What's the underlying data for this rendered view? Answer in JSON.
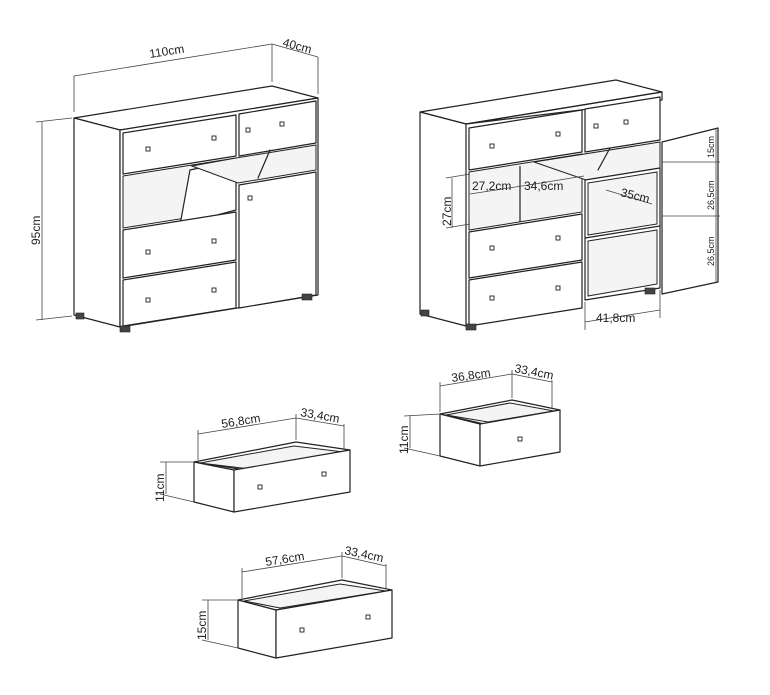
{
  "dimensions": {
    "overall_width": "110cm",
    "overall_depth": "40cm",
    "overall_height": "95cm",
    "open_shelf_height": "27cm",
    "open_shelf_width": "27,2cm",
    "middle_compartment_width": "34,6cm",
    "door_compartment_depth": "35cm",
    "door_compartment_width": "41,8cm",
    "top_section_height": "15cm",
    "middle_section_height": "26,5cm",
    "bottom_section_height": "26,5cm"
  },
  "drawer_a": {
    "width": "56,8cm",
    "depth": "33,4cm",
    "height": "11cm"
  },
  "drawer_b": {
    "width": "36,8cm",
    "depth": "33,4cm",
    "height": "11cm"
  },
  "drawer_c": {
    "width": "57,6cm",
    "depth": "33,4cm",
    "height": "15cm"
  }
}
